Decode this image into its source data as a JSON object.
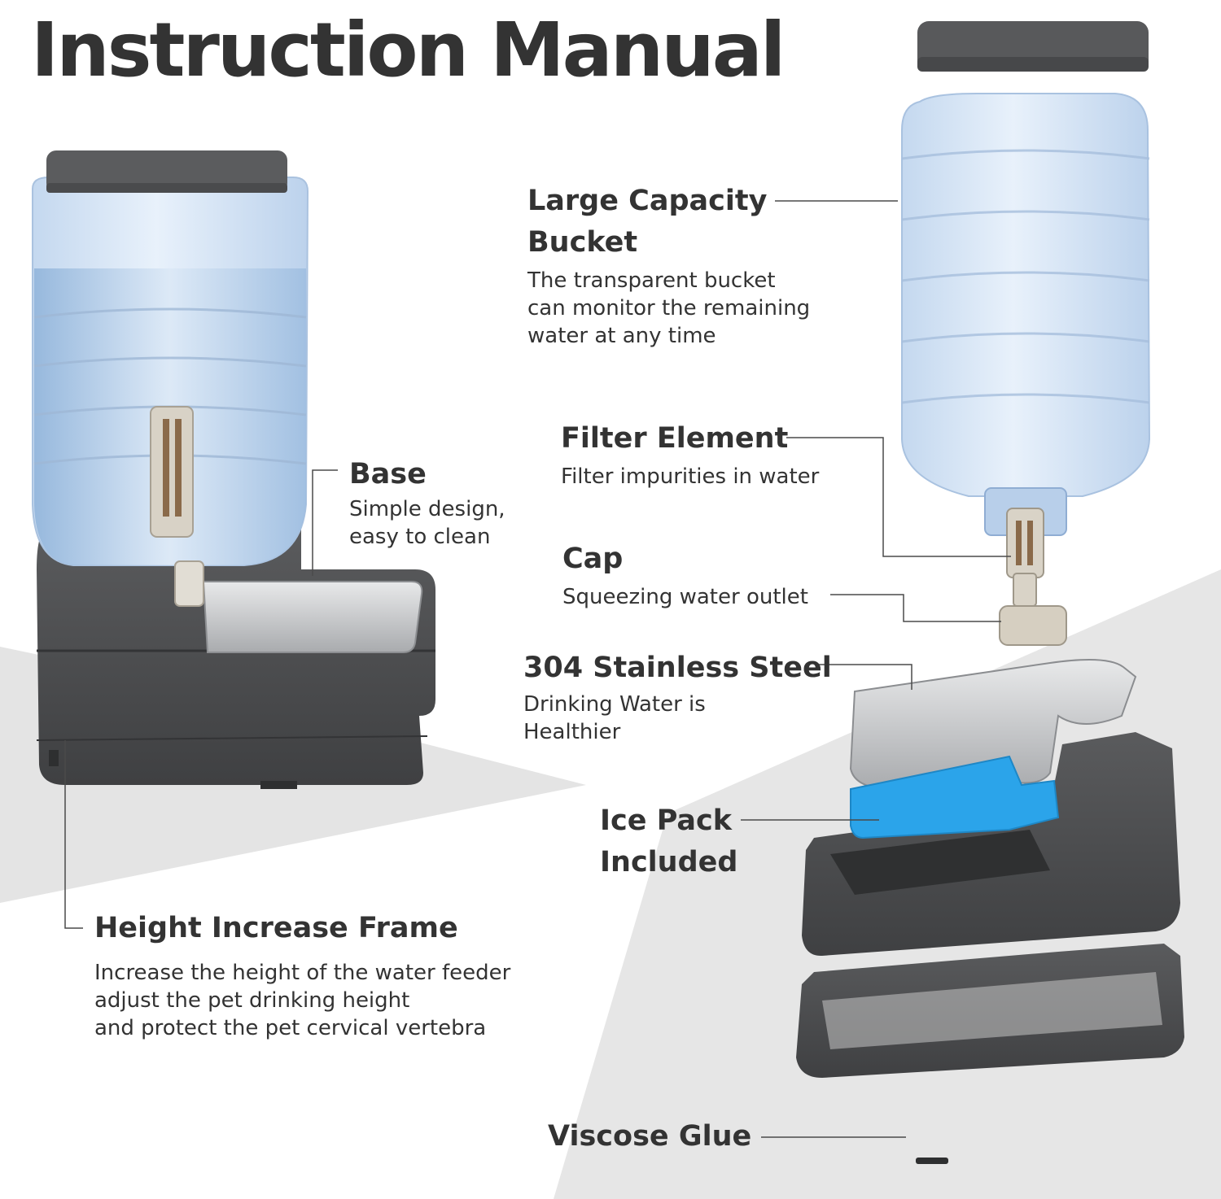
{
  "title": "Instruction Manual",
  "colors": {
    "text": "#333333",
    "plastic_dark": "#4a4b4c",
    "bucket_blue": "#d6e6f7",
    "steel": "#c9cacc",
    "ice_pack": "#2aa3e8",
    "floor": "#e2e2e2"
  },
  "callouts": {
    "bucket": {
      "title_line1": "Large Capacity",
      "title_line2": "Bucket",
      "desc1": "The transparent bucket",
      "desc2": "can monitor the remaining",
      "desc3": "water at any time"
    },
    "filter": {
      "title": "Filter Element",
      "desc": "Filter impurities in water"
    },
    "cap": {
      "title": "Cap",
      "desc": "Squeezing water outlet"
    },
    "steel": {
      "title": "304 Stainless Steel",
      "desc1": "Drinking Water is",
      "desc2": "Healthier"
    },
    "ice": {
      "title_line1": "Ice Pack",
      "title_line2": "Included"
    },
    "glue": {
      "title": "Viscose Glue"
    },
    "base": {
      "title": "Base",
      "desc1": "Simple design,",
      "desc2": "easy to clean"
    },
    "frame": {
      "title": "Height Increase Frame",
      "desc1": "Increase the height of the water feeder",
      "desc2": "adjust the pet drinking height",
      "desc3": "and protect the pet cervical vertebra"
    }
  }
}
